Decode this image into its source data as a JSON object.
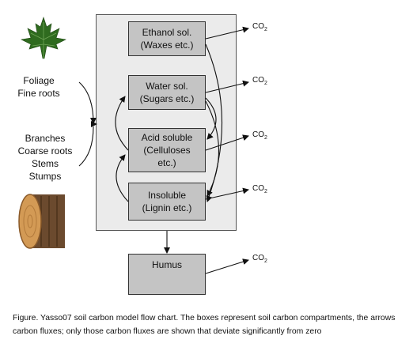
{
  "diagram": {
    "pools": [
      {
        "line1": "Ethanol sol.",
        "line2": "(Waxes etc.)"
      },
      {
        "line1": "Water sol.",
        "line2": "(Sugars etc.)"
      },
      {
        "line1": "Acid soluble",
        "line2": "(Celluloses",
        "line3": "etc.)"
      },
      {
        "line1": "Insoluble",
        "line2": "(Lignin etc.)"
      }
    ],
    "humus": "Humus",
    "inputs_top": [
      "Foliage",
      "Fine roots"
    ],
    "inputs_bottom": [
      "Branches",
      "Coarse roots",
      "Stems",
      "Stumps"
    ],
    "co2_label": "CO",
    "co2_sub": "2"
  },
  "caption": "Figure. Yasso07  soil carbon model flow chart. The boxes represent soil carbon compartments, the arrows carbon fluxes; only those carbon fluxes are shown that deviate significantly from zero",
  "icons": [
    "maple-leaf-icon",
    "log-icon"
  ]
}
